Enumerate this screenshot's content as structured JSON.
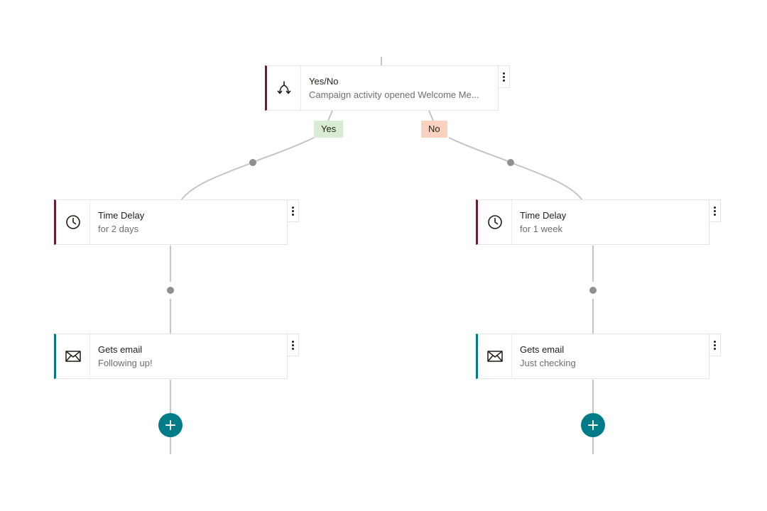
{
  "workflow": {
    "split_node": {
      "title": "Yes/No",
      "subtitle": "Campaign activity opened Welcome Me...",
      "icon": "branch-split-icon"
    },
    "branches": {
      "yes_label": "Yes",
      "no_label": "No"
    },
    "yes_path": {
      "delay": {
        "title": "Time Delay",
        "subtitle": "for 2 days",
        "icon": "clock-icon"
      },
      "email": {
        "title": "Gets email",
        "subtitle": "Following up!",
        "icon": "envelope-icon"
      }
    },
    "no_path": {
      "delay": {
        "title": "Time Delay",
        "subtitle": "for 1 week",
        "icon": "clock-icon"
      },
      "email": {
        "title": "Gets email",
        "subtitle": "Just checking",
        "icon": "envelope-icon"
      }
    }
  },
  "colors": {
    "accent_condition": "#6b1d38",
    "accent_email": "#007c89",
    "yes_badge": "#d8ecd3",
    "no_badge": "#fbd1c0",
    "connector": "#c4c4c4"
  }
}
